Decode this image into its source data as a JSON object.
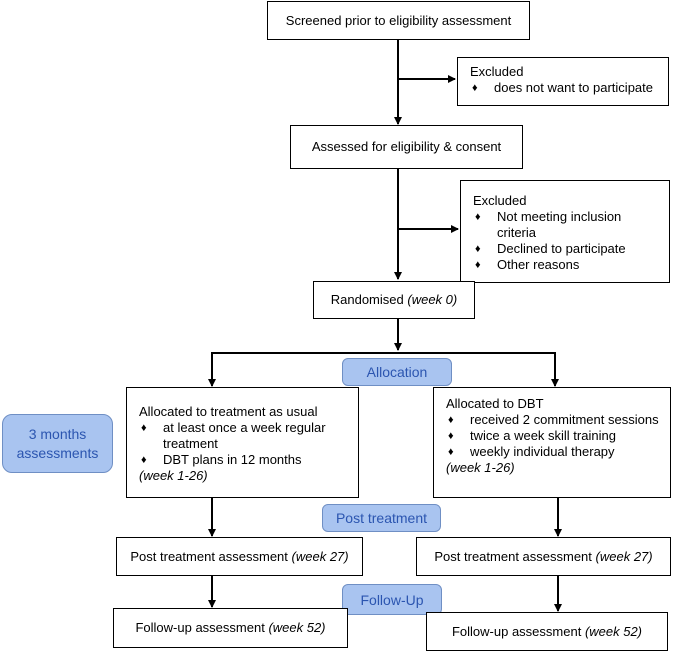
{
  "screened": {
    "label": "Screened prior to eligibility assessment"
  },
  "excluded1": {
    "title": "Excluded",
    "bullet_glyph": "♦",
    "items": [
      "does not want to participate"
    ]
  },
  "assessed": {
    "label": "Assessed for eligibility & consent"
  },
  "excluded2": {
    "title": "Excluded",
    "items": [
      "Not meeting inclusion criteria",
      "Declined to participate",
      "Other reasons"
    ]
  },
  "randomised": {
    "label": "Randomised",
    "week": "(week 0)"
  },
  "stages": {
    "allocation": "Allocation",
    "post_treatment": "Post treatment",
    "follow_up": "Follow-Up"
  },
  "assessments_badge": {
    "label": "3 months assessments"
  },
  "tau": {
    "title": "Allocated to treatment as usual",
    "items": [
      "at least once a week regular treatment",
      "DBT plans in 12 months"
    ],
    "week": "(week 1-26)"
  },
  "dbt": {
    "title": "Allocated to DBT",
    "items": [
      "received 2 commitment sessions",
      "twice a week skill training",
      "weekly individual therapy"
    ],
    "week": "(week 1-26)"
  },
  "post_left": {
    "label": "Post treatment assessment",
    "week": "(week 27)"
  },
  "post_right": {
    "label": "Post treatment assessment",
    "week": "(week 27)"
  },
  "follow_left": {
    "label": "Follow-up assessment",
    "week": "(week 52)"
  },
  "follow_right": {
    "label": "Follow-up assessment",
    "week": "(week 52)"
  }
}
